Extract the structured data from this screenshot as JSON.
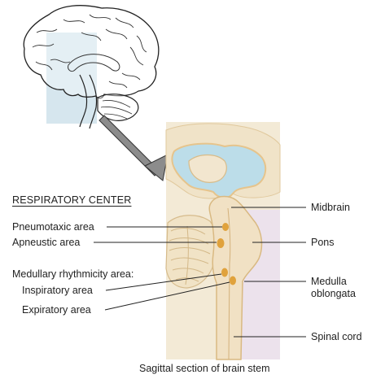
{
  "header": "RESPIRATORY CENTER",
  "left_labels": {
    "pneumotaxic": "Pneumotaxic area",
    "apneustic": "Apneustic area",
    "medullary": "Medullary rhythmicity area:",
    "inspiratory": "Inspiratory area",
    "expiratory": "Expiratory area"
  },
  "right_labels": {
    "midbrain": "Midbrain",
    "pons": "Pons",
    "medulla_line1": "Medulla",
    "medulla_line2": "oblongata",
    "spinal_cord": "Spinal cord"
  },
  "caption": "Sagittal section of brain stem",
  "colors": {
    "highlight_blue": "#d6e6ee",
    "panel_tan": "#f3ead6",
    "panel_pink": "#ece2ec",
    "ventricle_blue": "#bcdde9",
    "brainstem": "#f1e1c4",
    "nucleus_orange": "#e0a23c",
    "line": "#222222",
    "arrow": "#8c8c8c"
  }
}
